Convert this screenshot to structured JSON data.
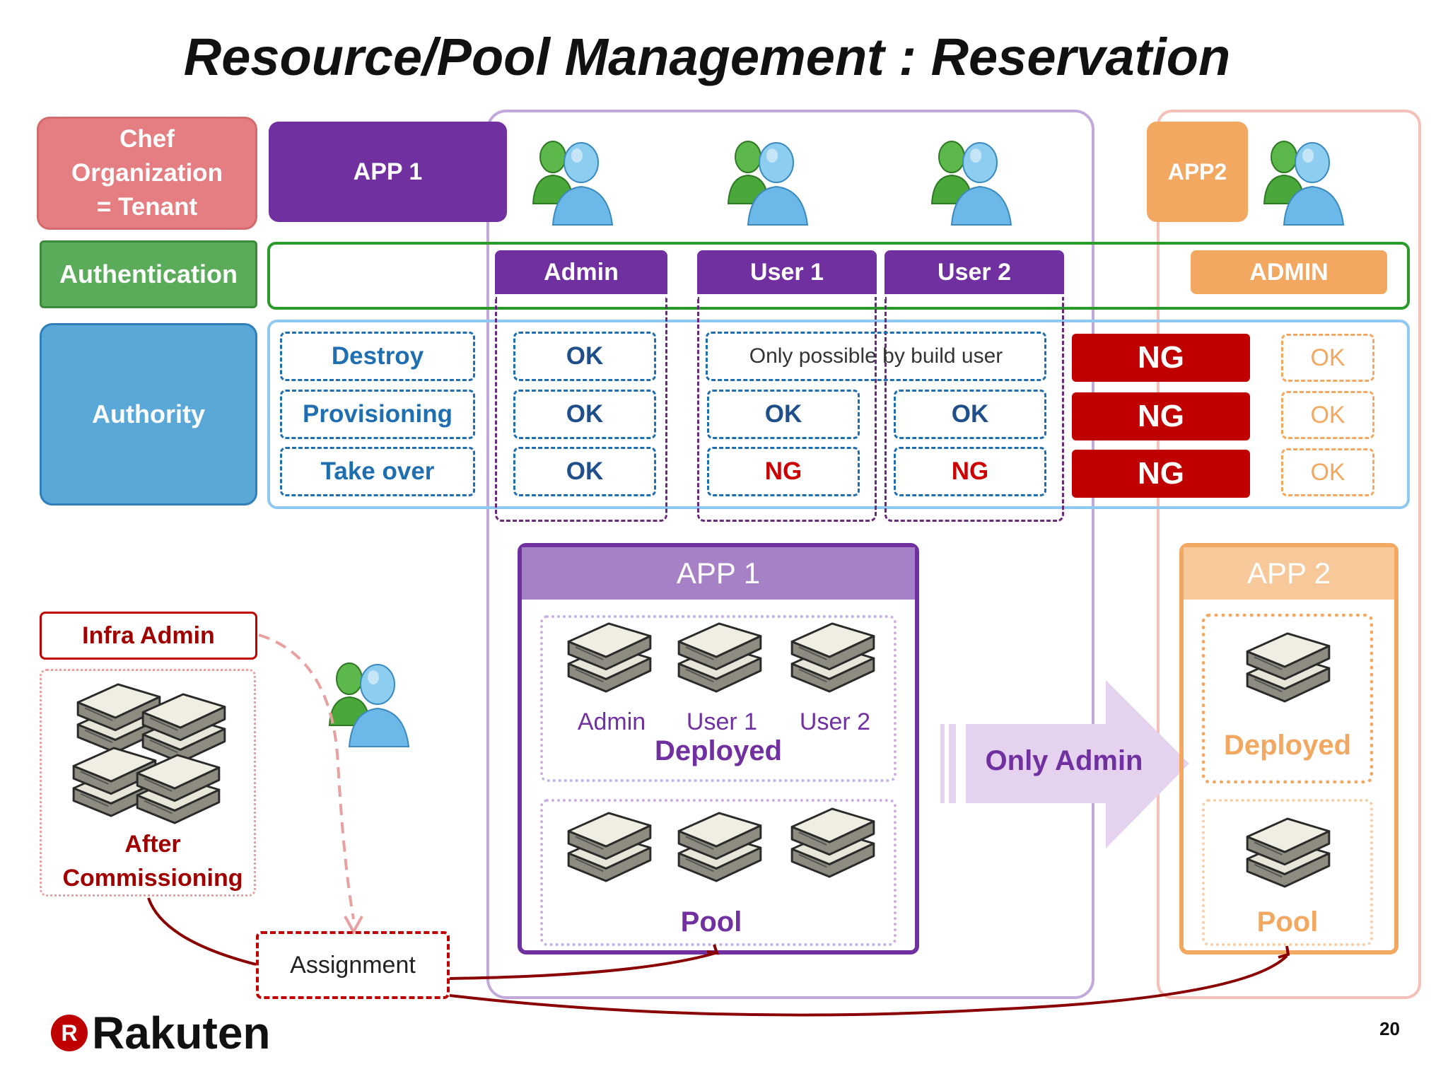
{
  "title": "Resource/Pool Management : Reservation",
  "left_labels": {
    "chef_lines": [
      "Chef",
      "Organization",
      "= Tenant"
    ],
    "authentication": "Authentication",
    "authority": "Authority"
  },
  "apps_top": {
    "app1": "APP 1",
    "app2": "APP2"
  },
  "roles": {
    "admin": "Admin",
    "user1": "User 1",
    "user2": "User 2",
    "admin2": "ADMIN"
  },
  "operations": [
    "Destroy",
    "Provisioning",
    "Take over"
  ],
  "admin_col": [
    "OK",
    "OK",
    "OK"
  ],
  "users_note": "Only possible by build user",
  "user1_col": [
    "OK",
    "NG"
  ],
  "user2_col": [
    "OK",
    "NG"
  ],
  "ng_col": [
    "NG",
    "NG",
    "NG"
  ],
  "app2_admin_col": [
    "OK",
    "OK",
    "OK"
  ],
  "app1_box": {
    "header": "APP 1",
    "server_labels": [
      "Admin",
      "User 1",
      "User 2"
    ],
    "deployed": "Deployed",
    "pool": "Pool"
  },
  "app2_box": {
    "header": "APP 2",
    "deployed": "Deployed",
    "pool": "Pool"
  },
  "only_admin": "Only Admin",
  "infra": {
    "label": "Infra Admin",
    "after_lines": [
      "After",
      "Commissioning"
    ]
  },
  "assignment": "Assignment",
  "logo_text": "Rakuten",
  "logo_mark": "R",
  "page_number": "20",
  "colors": {
    "purple": "#7030a0",
    "orange": "#f2a860",
    "red": "#c00000",
    "green": "#2a9a2a",
    "blue": "#5aa8d8"
  }
}
